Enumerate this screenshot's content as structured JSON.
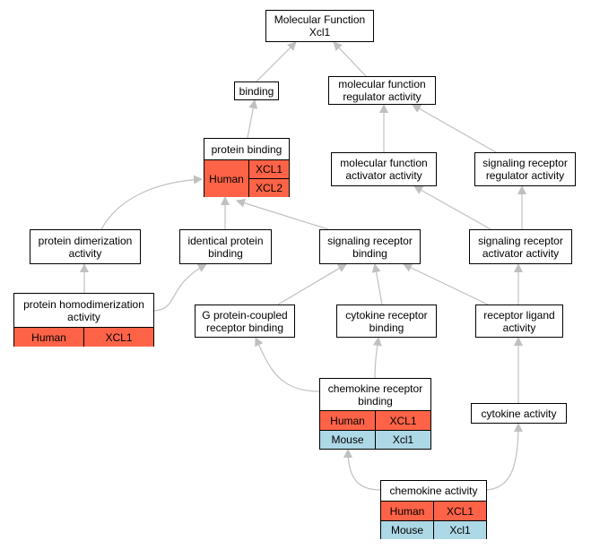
{
  "nodes": {
    "root": [
      "Molecular Function",
      "Xcl1"
    ],
    "binding": [
      "binding"
    ],
    "mfra": [
      "molecular function",
      "regulator activity"
    ],
    "protein_binding": [
      "protein binding"
    ],
    "mfaa": [
      "molecular function",
      "activator activity"
    ],
    "srra": [
      "signaling receptor",
      "regulator activity"
    ],
    "pda": [
      "protein dimerization",
      "activity"
    ],
    "ipb": [
      "identical protein",
      "binding"
    ],
    "srb": [
      "signaling receptor",
      "binding"
    ],
    "sraa": [
      "signaling receptor",
      "activator activity"
    ],
    "pha": [
      "protein homodimerization",
      "activity"
    ],
    "gpcrb": [
      "G protein-coupled",
      "receptor binding"
    ],
    "crb": [
      "cytokine receptor",
      "binding"
    ],
    "rla": [
      "receptor ligand",
      "activity"
    ],
    "chrb": [
      "chemokine receptor",
      "binding"
    ],
    "ca": [
      "cytokine activity"
    ],
    "cha": [
      "chemokine activity"
    ]
  },
  "annotations": {
    "protein_binding": {
      "species": "Human",
      "genes": [
        "XCL1",
        "XCL2"
      ]
    },
    "pha": [
      {
        "species": "Human",
        "gene": "XCL1"
      }
    ],
    "chrb": [
      {
        "species": "Human",
        "gene": "XCL1"
      },
      {
        "species": "Mouse",
        "gene": "Xcl1"
      }
    ],
    "cha": [
      {
        "species": "Human",
        "gene": "XCL1"
      },
      {
        "species": "Mouse",
        "gene": "Xcl1"
      }
    ]
  },
  "colors": {
    "human": "#ff6347",
    "mouse": "#add8e6",
    "edge": "#c0c0c0"
  },
  "edges": [
    [
      "binding",
      "root"
    ],
    [
      "mfra",
      "root"
    ],
    [
      "protein_binding",
      "binding"
    ],
    [
      "mfaa",
      "mfra"
    ],
    [
      "srra",
      "mfra"
    ],
    [
      "pda",
      "protein_binding"
    ],
    [
      "ipb",
      "protein_binding"
    ],
    [
      "srb",
      "protein_binding"
    ],
    [
      "sraa",
      "mfaa"
    ],
    [
      "sraa",
      "srra"
    ],
    [
      "pha",
      "pda"
    ],
    [
      "pha",
      "ipb"
    ],
    [
      "gpcrb",
      "srb"
    ],
    [
      "crb",
      "srb"
    ],
    [
      "rla",
      "srb"
    ],
    [
      "rla",
      "sraa"
    ],
    [
      "chrb",
      "gpcrb"
    ],
    [
      "chrb",
      "crb"
    ],
    [
      "ca",
      "rla"
    ],
    [
      "cha",
      "chrb"
    ],
    [
      "cha",
      "ca"
    ]
  ]
}
